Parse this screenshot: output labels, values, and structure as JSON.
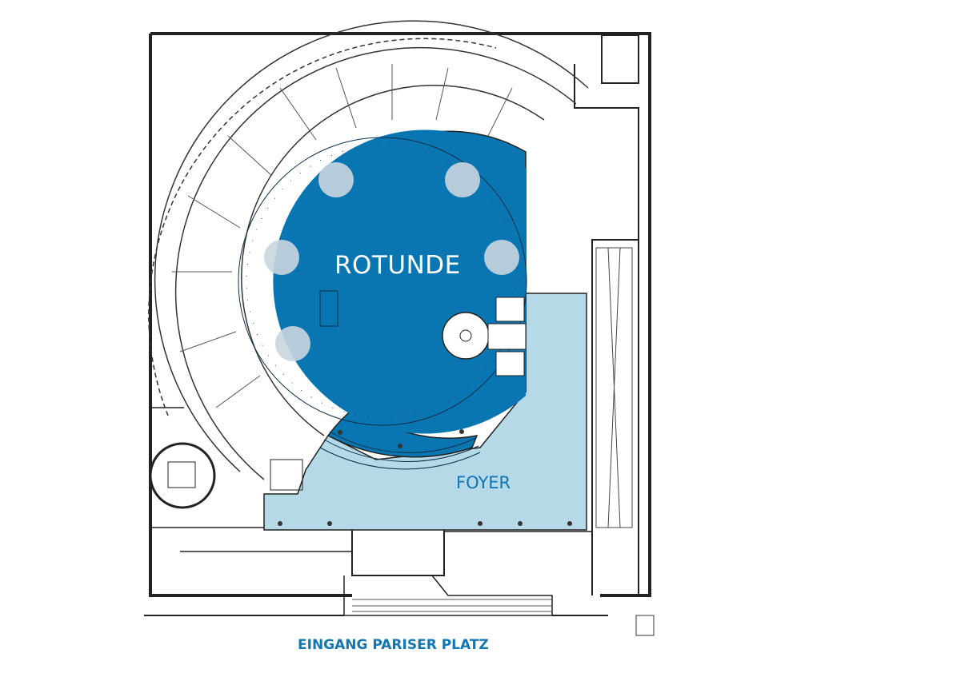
{
  "rooms": {
    "rotunde": {
      "label": "ROTUNDE",
      "color": "#0a76b1"
    },
    "foyer": {
      "label": "FOYER",
      "color": "#b5d9e6"
    }
  },
  "entrance": {
    "label": "EINGANG PARISER PLATZ",
    "color": "#1176b3"
  }
}
